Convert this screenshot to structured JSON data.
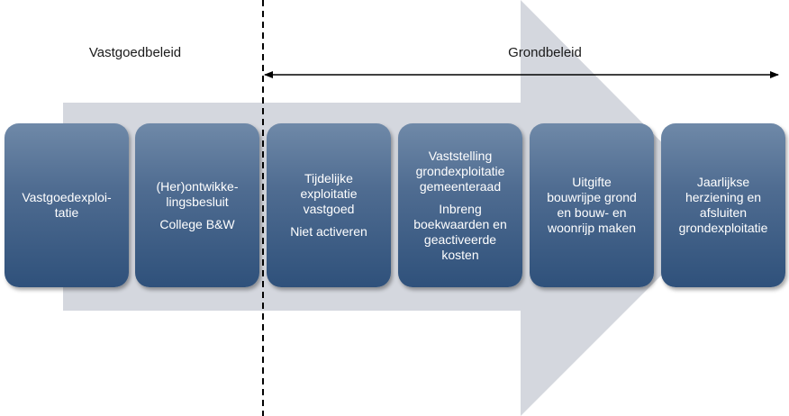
{
  "headings": {
    "vastgoedbeleid": "Vastgoedbeleid",
    "grondbeleid": "Grondbeleid"
  },
  "steps": [
    {
      "lines": [
        "Vastgoedexploi-\ntatie"
      ]
    },
    {
      "lines": [
        "(Her)ontwikke-\nlingsbesluit",
        "College B&W"
      ]
    },
    {
      "lines": [
        "Tijdelijke\nexploitatie\nvastgoed",
        "Niet activeren"
      ]
    },
    {
      "lines": [
        "Vaststelling\ngrondexploitatie\ngemeenteraad",
        "Inbreng\nboekwaarden en\ngeactiveerde\nkosten"
      ]
    },
    {
      "lines": [
        "Uitgifte\nbouwrijpe grond\nen bouw- en\nwoonrijp maken"
      ]
    },
    {
      "lines": [
        "Jaarlijkse\nherziening en\nafsluiten\ngrondexploitatie"
      ]
    }
  ],
  "colors": {
    "background_arrow": "#d4d7de",
    "box_top": "#6f89a8",
    "box_bottom": "#2f517b",
    "text": "#ffffff",
    "divider": "#000000"
  }
}
